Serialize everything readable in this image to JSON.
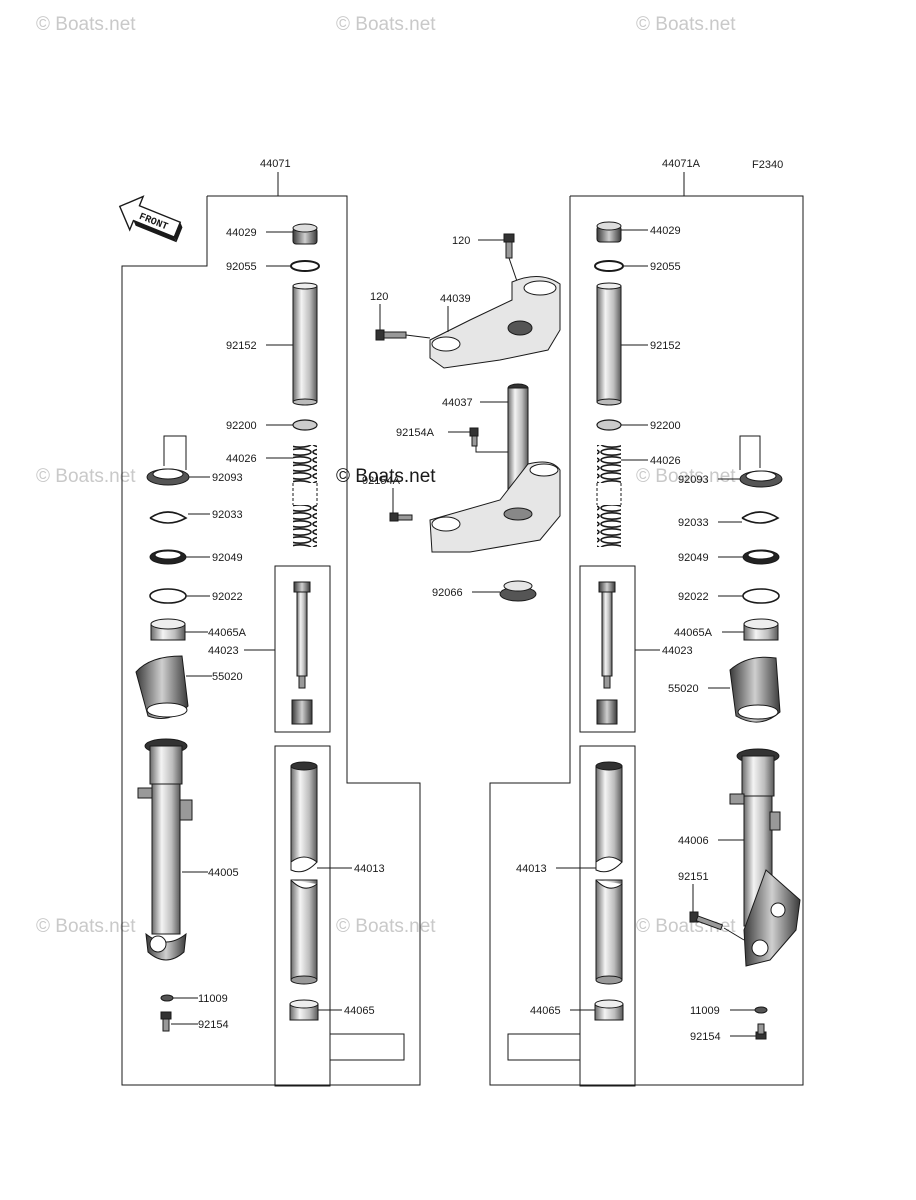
{
  "watermark": "© Boats.net",
  "figure_code": "F2340",
  "left_assembly": {
    "main_label": "44071",
    "parts": [
      "44029",
      "92055",
      "92152",
      "92200",
      "44026",
      "92093",
      "92033",
      "92049",
      "92022",
      "44065A",
      "44023",
      "55020",
      "44005",
      "44013",
      "11009",
      "92154",
      "44065"
    ]
  },
  "right_assembly": {
    "main_label": "44071A",
    "parts": [
      "44029",
      "92055",
      "92152",
      "92200",
      "44026",
      "92093",
      "92033",
      "92049",
      "92022",
      "44065A",
      "44023",
      "55020",
      "44006",
      "44013",
      "92151",
      "11009",
      "92154",
      "44065"
    ]
  },
  "center_assembly": {
    "parts": [
      "120",
      "120",
      "44039",
      "44037",
      "92154A",
      "92154A",
      "92066"
    ]
  },
  "front_arrow": {
    "label": "FRONT"
  }
}
